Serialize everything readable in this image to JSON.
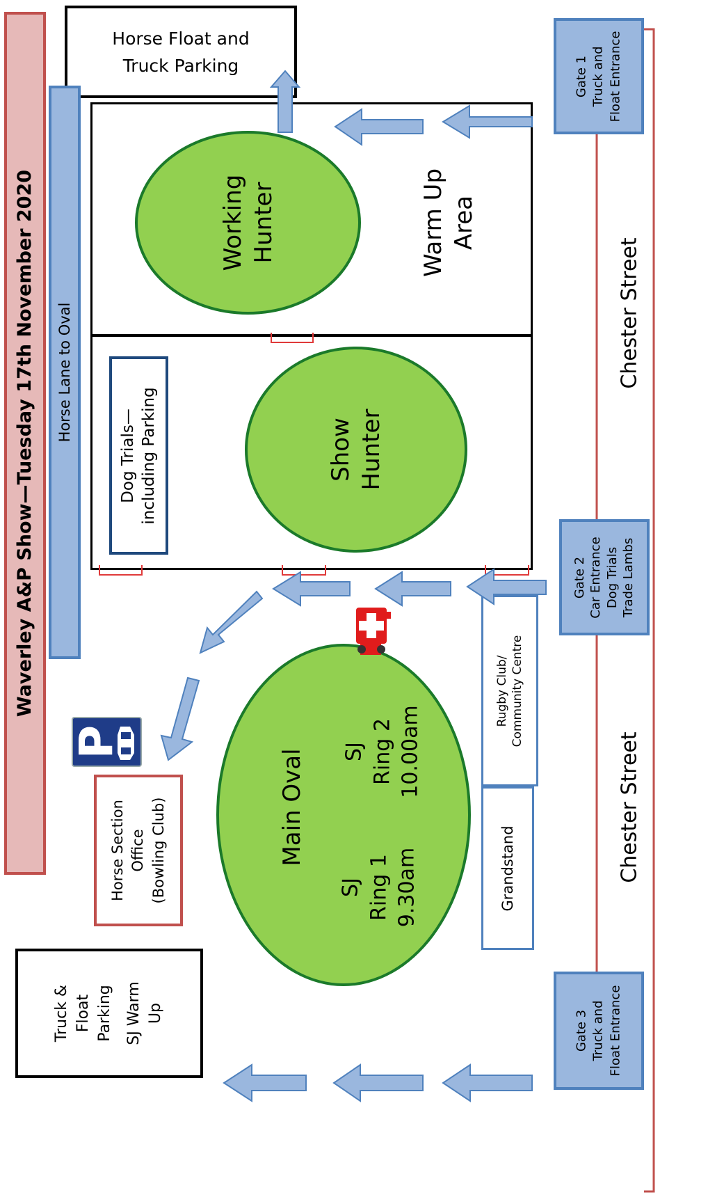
{
  "title": "Waverley A&P Show—Tuesday 17th November 2020",
  "horse_float_parking": [
    "Horse Float and",
    "Truck Parking"
  ],
  "horse_lane": "Horse Lane to Oval",
  "working_hunter": [
    "Working",
    "Hunter"
  ],
  "warm_up_area": [
    "Warm Up",
    "Area"
  ],
  "show_hunter": [
    "Show",
    "Hunter"
  ],
  "dog_trials": [
    "Dog Trials—",
    "including Parking"
  ],
  "gate1": [
    "Gate 1",
    "Truck and",
    "Float Entrance"
  ],
  "gate2": [
    "Gate 2",
    "Car Entrance",
    "Dog Trials",
    "Trade Lambs"
  ],
  "gate3": [
    "Gate 3",
    "Truck and",
    "Float Entrance"
  ],
  "street_upper": "Chester Street",
  "street_lower": "Chester Street",
  "rugby_club": [
    "Rugby Club/",
    "Community Centre"
  ],
  "grandstand": "Grandstand",
  "main_oval": {
    "title": "Main Oval",
    "ring2": [
      "SJ",
      "Ring 2",
      "10.00am"
    ],
    "ring1": [
      "SJ",
      "Ring 1",
      "9.30am"
    ]
  },
  "horse_section_office": [
    "Horse Section",
    "Office",
    "(Bowling Club)"
  ],
  "truck_float_sj": [
    "Truck &",
    "Float",
    "Parking",
    "",
    "SJ Warm",
    "Up"
  ],
  "parking_sign": "P",
  "icons": [
    "parking-sign-icon",
    "ambulance-icon",
    "arrow-icon"
  ],
  "colors": {
    "grass": "#92d050",
    "grass_border": "#1b7a2a",
    "blue_fill": "#9ab7de",
    "blue_border": "#4f81bd",
    "title_fill": "#e6b9b8",
    "red_border": "#c0504d",
    "navy": "#1f497d"
  }
}
